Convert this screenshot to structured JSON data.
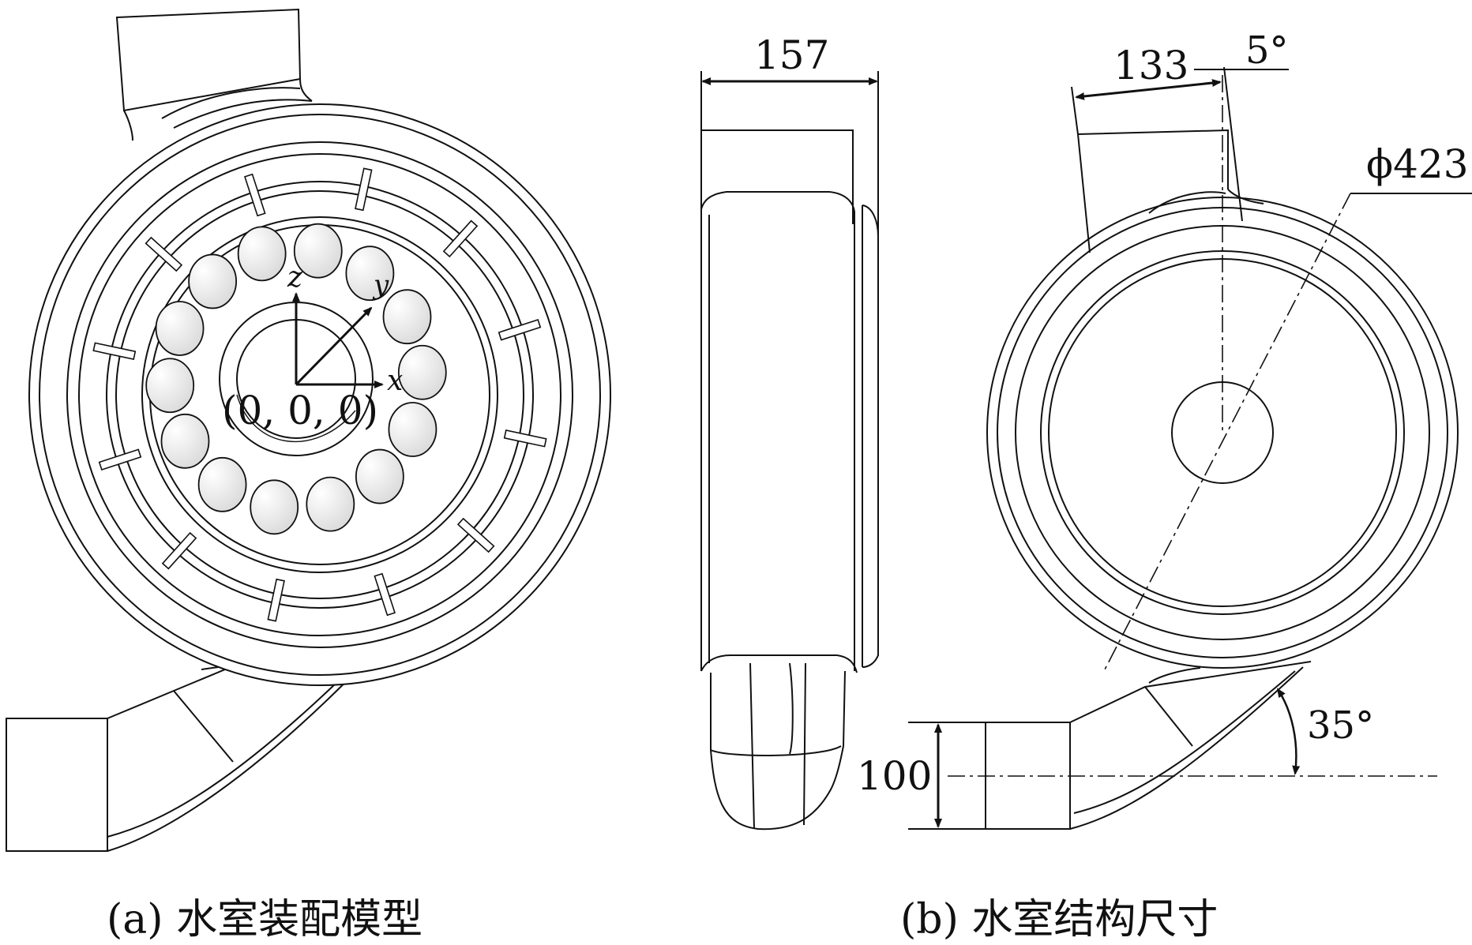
{
  "panel_a": {
    "caption": "(a) 水室装配模型",
    "axis_labels": {
      "z": "z",
      "y": "y",
      "x": "x"
    },
    "origin_label": "(0, 0, 0)"
  },
  "panel_b": {
    "caption": "(b) 水室结构尺寸",
    "dimensions": {
      "width_side": "157",
      "inlet_width": "133",
      "tilt_angle": "5°",
      "diameter": "ϕ423",
      "outlet_height": "100",
      "outlet_angle": "35°"
    }
  },
  "colors": {
    "line": "#111111",
    "background": "#ffffff"
  }
}
